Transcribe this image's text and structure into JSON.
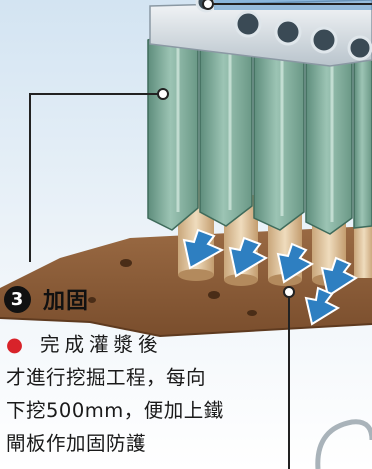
{
  "step": {
    "number": "3",
    "title": "加固",
    "description_lines": [
      "完成灌漿後",
      "才進行挖掘工程，每向",
      "下挖500mm，便加上鐵",
      "閘板作加固防護"
    ]
  },
  "colors": {
    "bullet": "#d8232a",
    "callout_line": "#222222",
    "arrow": "#2e7fc1",
    "soil": "#8a5a36",
    "steel_plate": "#6f9e8c",
    "pile": "#e2c9a4",
    "background_top": "#dbe9f4"
  },
  "icons": [
    "down-arrow-icon",
    "callout-dot-icon",
    "step-number-badge"
  ]
}
